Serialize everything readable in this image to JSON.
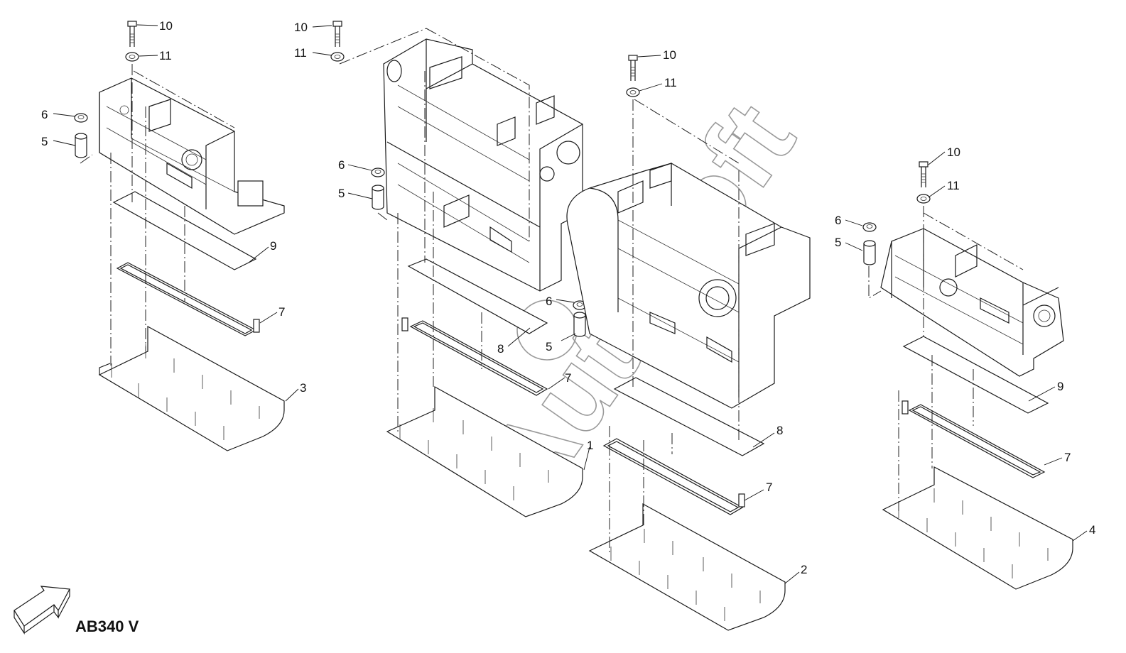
{
  "diagram": {
    "model_label": "AB340 V",
    "colors": {
      "line": "#1a1a1a",
      "watermark": "#9a9a9a",
      "background": "#ffffff"
    },
    "watermark_text": "AutoSoft",
    "callouts": [
      {
        "id": "c-10-a",
        "text": "10"
      },
      {
        "id": "c-11-a",
        "text": "11"
      },
      {
        "id": "c-6-a",
        "text": "6"
      },
      {
        "id": "c-5-a",
        "text": "5"
      },
      {
        "id": "c-9-a",
        "text": "9"
      },
      {
        "id": "c-7-a",
        "text": "7"
      },
      {
        "id": "c-3",
        "text": "3"
      },
      {
        "id": "c-10-b",
        "text": "10"
      },
      {
        "id": "c-11-b",
        "text": "11"
      },
      {
        "id": "c-6-b",
        "text": "6"
      },
      {
        "id": "c-5-b",
        "text": "5"
      },
      {
        "id": "c-8-b",
        "text": "8"
      },
      {
        "id": "c-7-b",
        "text": "7"
      },
      {
        "id": "c-1",
        "text": "1"
      },
      {
        "id": "c-10-c",
        "text": "10"
      },
      {
        "id": "c-11-c",
        "text": "11"
      },
      {
        "id": "c-6-c",
        "text": "6"
      },
      {
        "id": "c-5-c",
        "text": "5"
      },
      {
        "id": "c-8-c",
        "text": "8"
      },
      {
        "id": "c-7-c",
        "text": "7"
      },
      {
        "id": "c-2",
        "text": "2"
      },
      {
        "id": "c-10-d",
        "text": "10"
      },
      {
        "id": "c-11-d",
        "text": "11"
      },
      {
        "id": "c-6-d",
        "text": "6"
      },
      {
        "id": "c-5-d",
        "text": "5"
      },
      {
        "id": "c-9-d",
        "text": "9"
      },
      {
        "id": "c-7-d",
        "text": "7"
      },
      {
        "id": "c-4",
        "text": "4"
      }
    ]
  }
}
